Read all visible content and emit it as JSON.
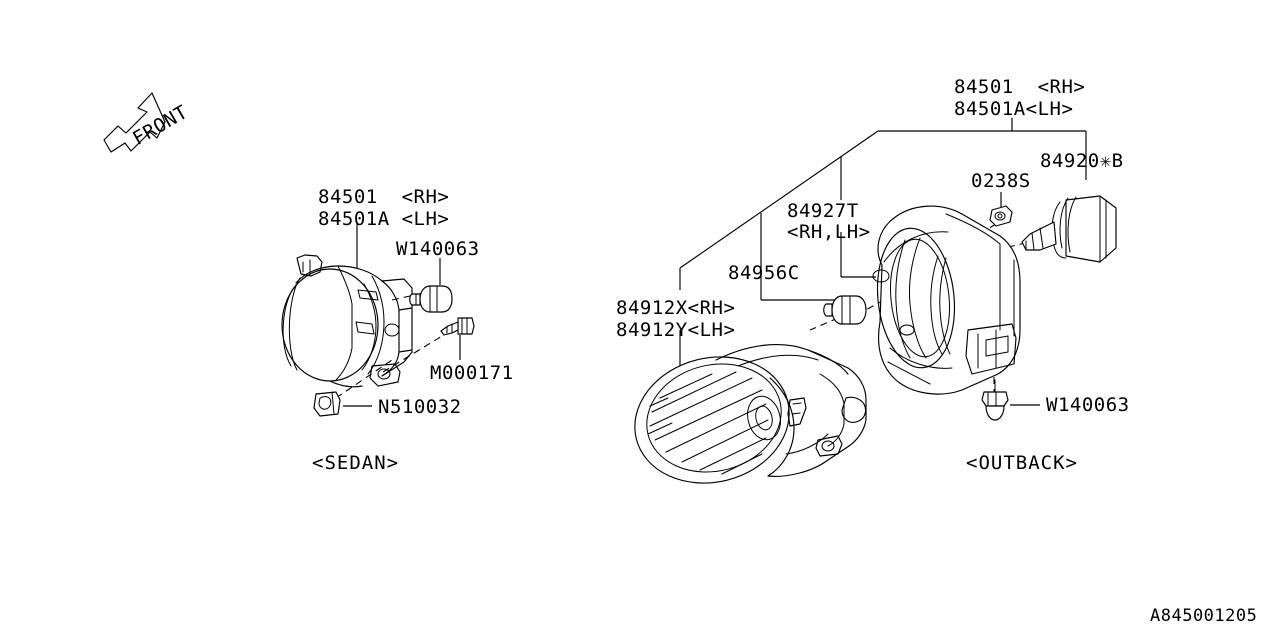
{
  "diagram": {
    "drawing_number": "A845001205",
    "orientation_marker": "FRONT",
    "line_color": "#000000",
    "background_color": "#ffffff"
  },
  "groups": [
    {
      "id": "sedan",
      "caption": "<SEDAN>"
    },
    {
      "id": "outback",
      "caption": "<OUTBACK>"
    }
  ],
  "sedan": {
    "caption": "<SEDAN>",
    "labels": {
      "lamp_rh": "84501  <RH>",
      "lamp_lh": "84501A <LH>",
      "clip": "W140063",
      "screw": "M000171",
      "clamp": "N510032"
    }
  },
  "outback": {
    "caption": "<OUTBACK>",
    "labels": {
      "lamp_rh": "84501  <RH>",
      "lamp_lh": "84501A<LH>",
      "bulb": "84920✳B",
      "nut": "0238S",
      "cover_line1": "84927T",
      "cover_line2": "<RH,LH>",
      "socket": "84956C",
      "fog_rh": "84912X<RH>",
      "fog_lh": "84912Y<LH>",
      "clip": "W140063"
    }
  }
}
